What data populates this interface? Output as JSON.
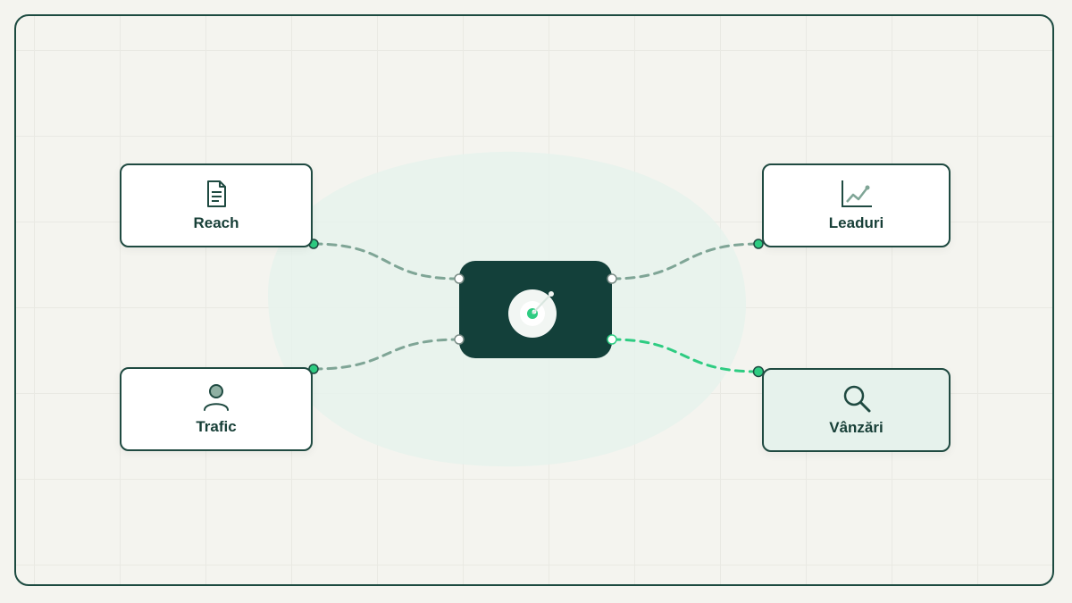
{
  "nodes": {
    "reach": {
      "label": "Reach",
      "icon": "document-icon"
    },
    "trafic": {
      "label": "Trafic",
      "icon": "user-icon"
    },
    "leaduri": {
      "label": "Leaduri",
      "icon": "line-chart-icon"
    },
    "vanzari": {
      "label": "Vânzări",
      "icon": "search-icon"
    }
  },
  "hub": {
    "icon": "target-icon"
  },
  "colors": {
    "frame_border": "#1c4a40",
    "node_border": "#1f4a41",
    "hub_fill": "#13403a",
    "connector_default": "#7fa596",
    "connector_active": "#2ecc82",
    "highlight_fill": "#e6f2ec"
  },
  "connections": [
    {
      "from": "reach",
      "to": "hub",
      "active": false
    },
    {
      "from": "trafic",
      "to": "hub",
      "active": false
    },
    {
      "from": "hub",
      "to": "leaduri",
      "active": false
    },
    {
      "from": "hub",
      "to": "vanzari",
      "active": true
    }
  ]
}
